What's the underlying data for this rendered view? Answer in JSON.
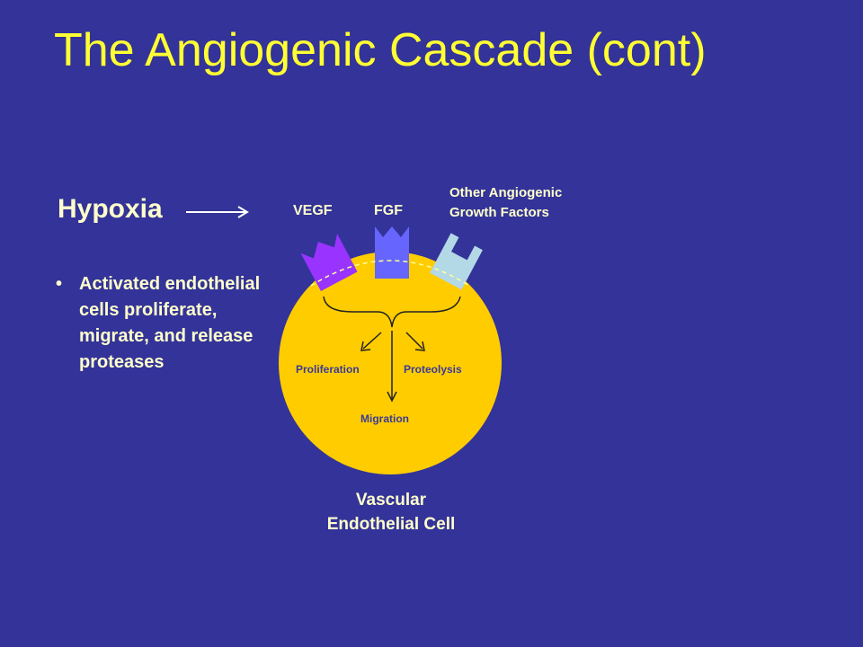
{
  "title": "The Angiogenic Cascade (cont)",
  "hypoxia": "Hypoxia",
  "bullet": {
    "marker": "•",
    "text": "Activated endothelial cells proliferate, migrate, and release proteases"
  },
  "receptors": {
    "vegf": "VEGF",
    "fgf": "FGF",
    "other": "Other Angiogenic Growth Factors"
  },
  "processes": {
    "proliferation": "Proliferation",
    "proteolysis": "Proteolysis",
    "migration": "Migration"
  },
  "cell_label": "Vascular Endothelial Cell",
  "colors": {
    "background": "#333399",
    "title": "#ffff33",
    "text": "#ffffcc",
    "cell": "#ffcc00",
    "vegf_receptor": "#9933ff",
    "fgf_receptor": "#6666ff",
    "other_receptor": "#b3d9e6"
  }
}
